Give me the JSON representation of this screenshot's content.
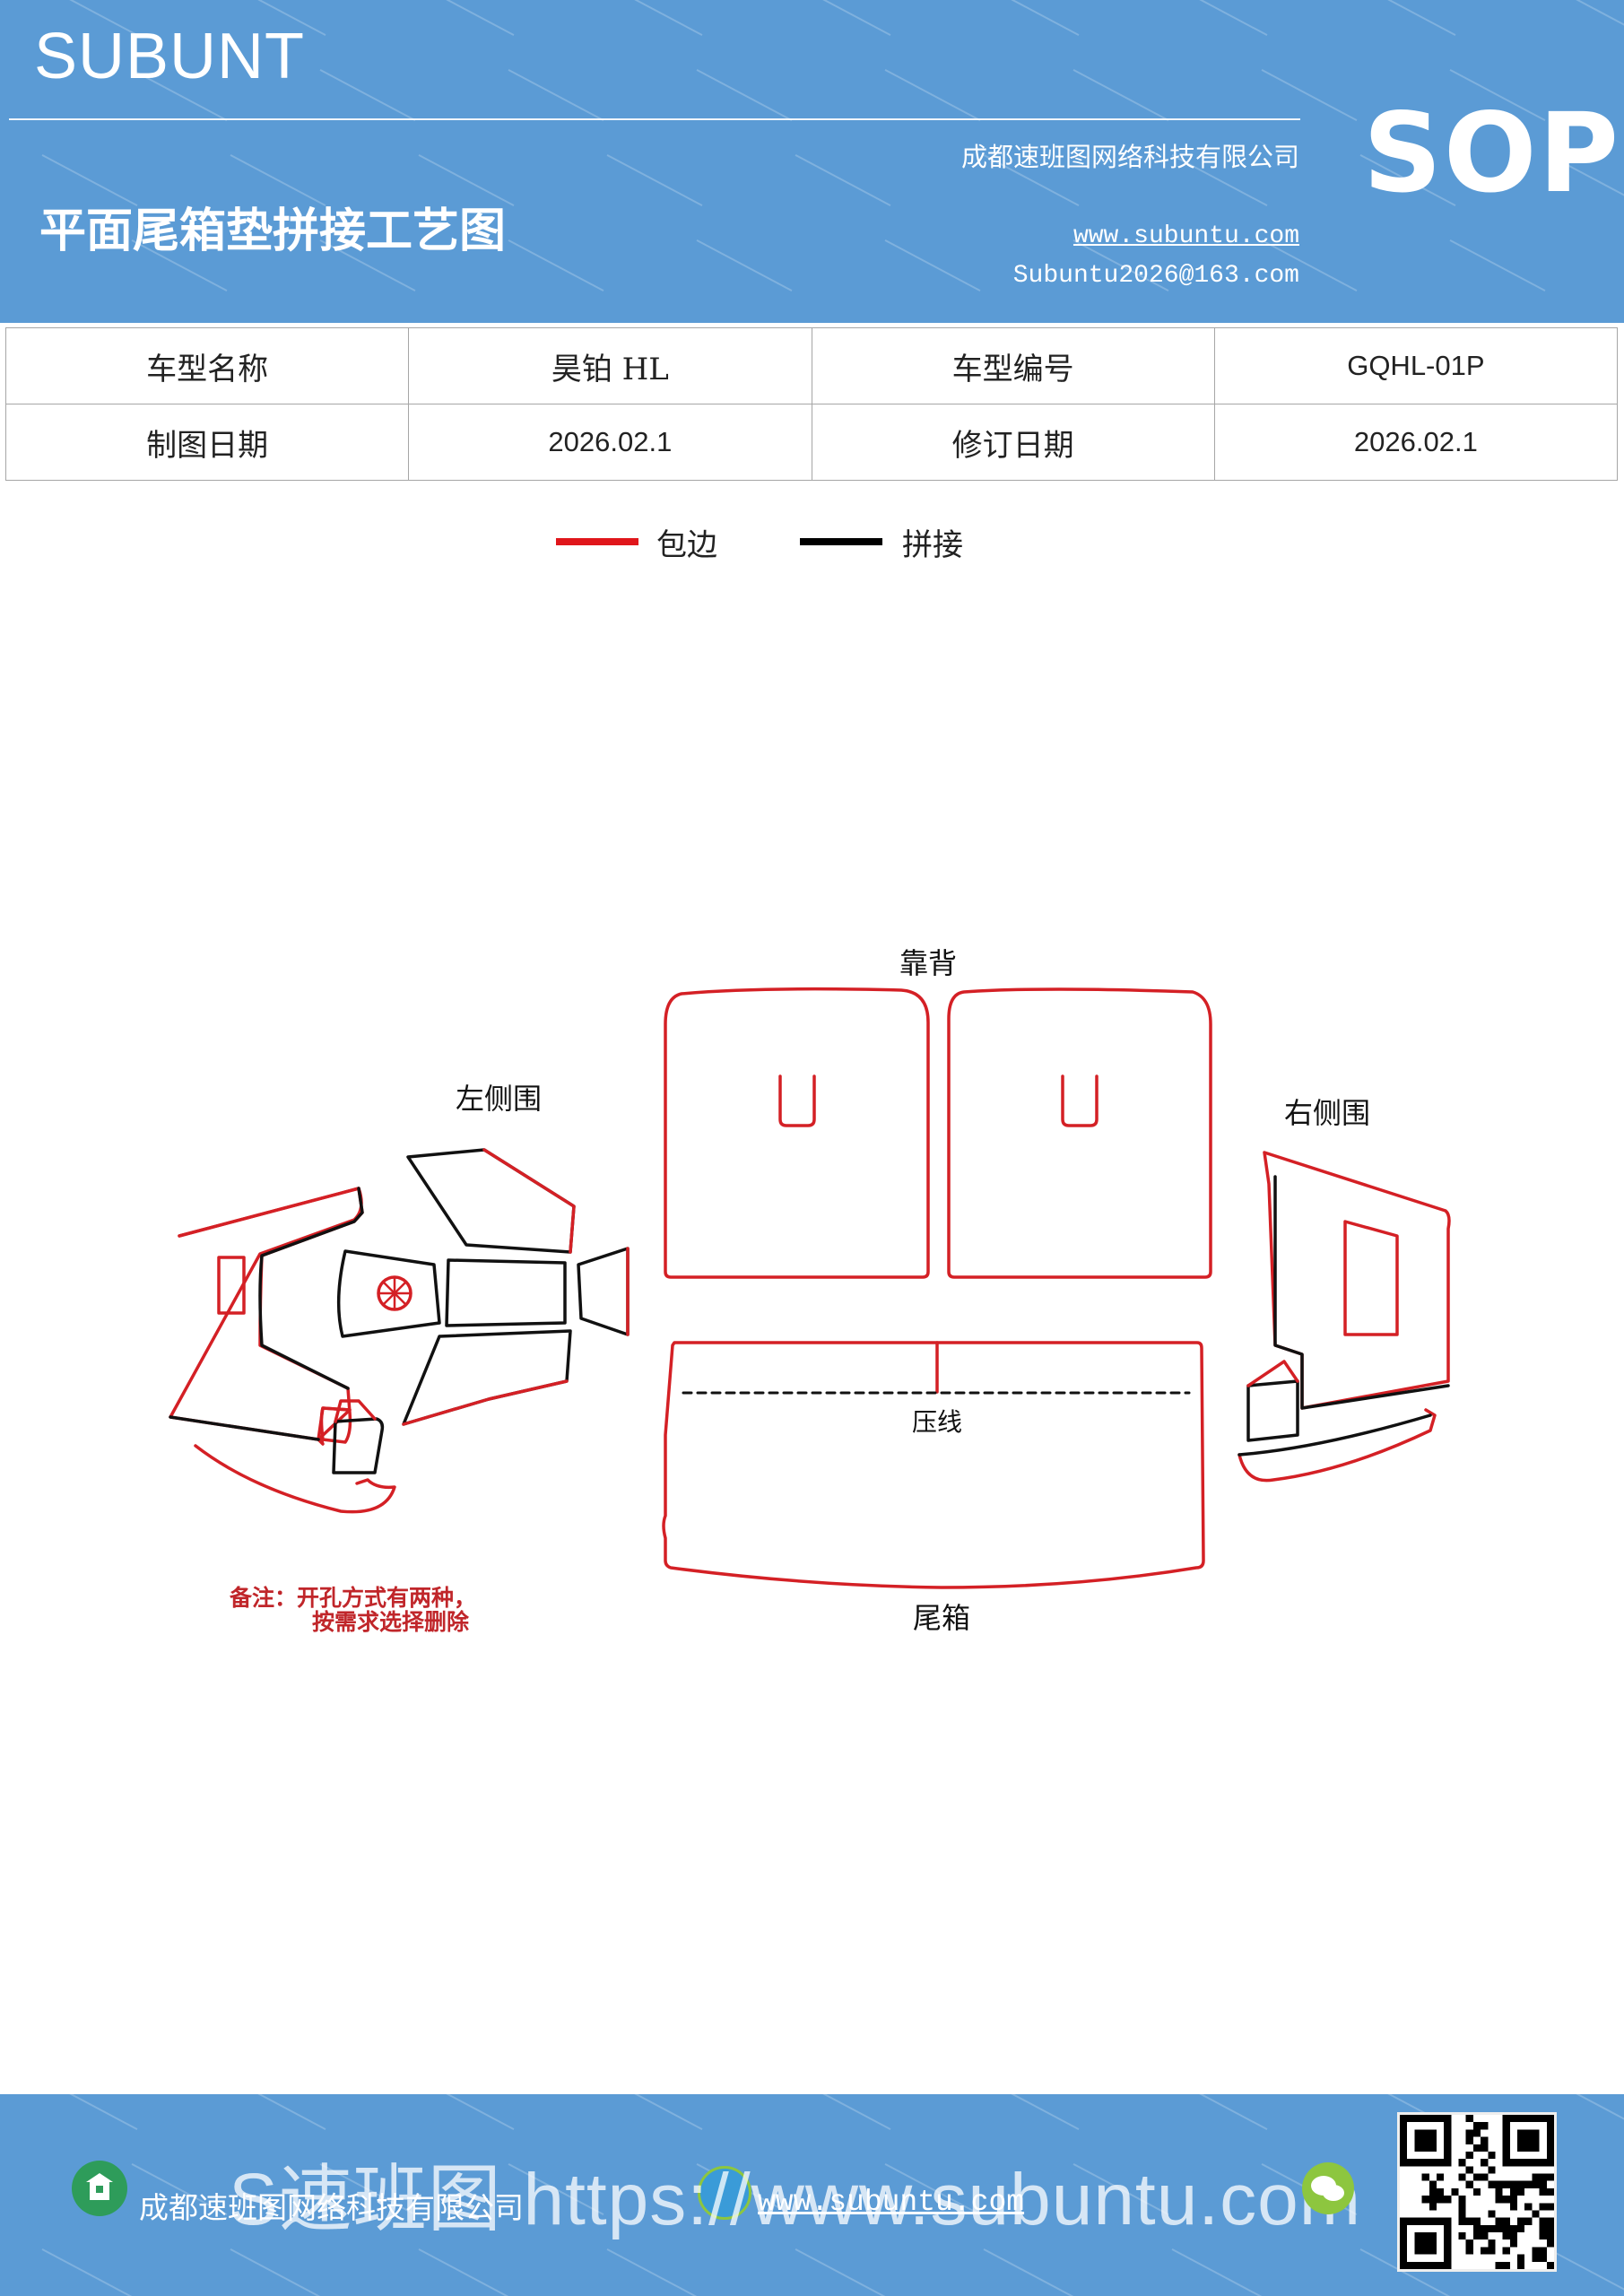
{
  "header": {
    "brand": "SUBUNT",
    "title": "平面尾箱垫拼接工艺图",
    "company": "成都速班图网络科技有限公司",
    "website": "www.subuntu.com",
    "email": "Subuntu2026@163.com",
    "badge": "SOP"
  },
  "info_table": {
    "rows": [
      [
        "车型名称",
        "昊铂 HL",
        "车型编号",
        "GQHL-01P"
      ],
      [
        "制图日期",
        "2026.02.1",
        "修订日期",
        "2026.02.1"
      ]
    ]
  },
  "legend": {
    "items": [
      {
        "label": "包边",
        "color": "#e0161b"
      },
      {
        "label": "拼接",
        "color": "#000000"
      }
    ]
  },
  "diagram": {
    "labels": {
      "backrest": "靠背",
      "left_side": "左侧围",
      "right_side": "右侧围",
      "press_line": "压线",
      "trunk": "尾箱"
    },
    "note_line1": "备注：开孔方式有两种，",
    "note_line2": "按需求选择删除",
    "colors": {
      "edge": "#d42025",
      "seam": "#111111",
      "note": "#c0262a"
    }
  },
  "footer": {
    "company": "成都速班图网络科技有限公司",
    "website": "www.subuntu.com",
    "overlay": "S速班图 https://www.subuntu.com"
  }
}
